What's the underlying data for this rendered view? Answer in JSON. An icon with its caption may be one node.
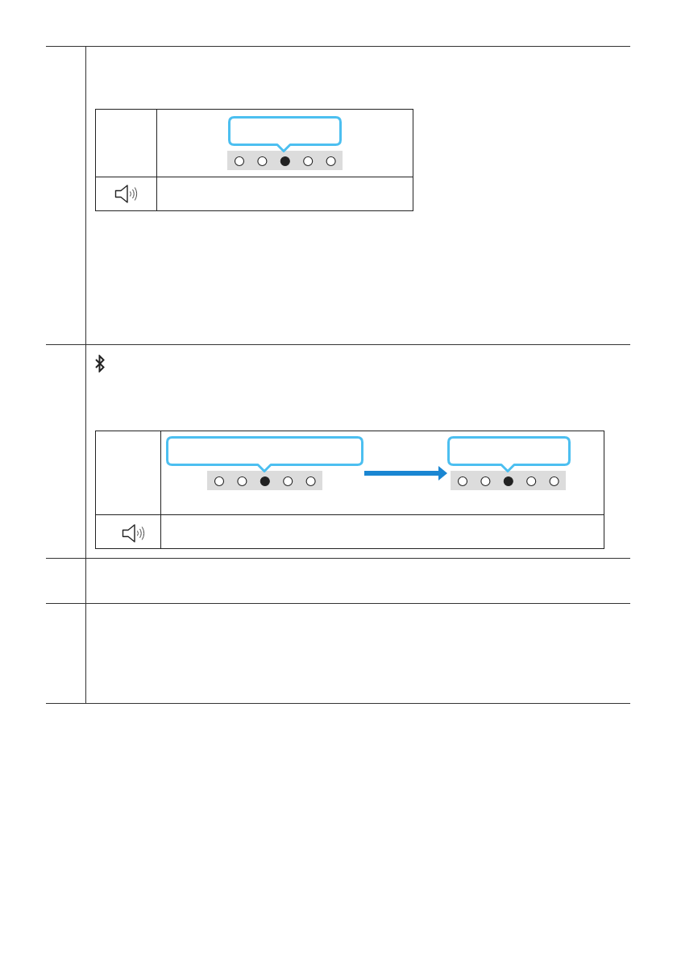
{
  "diagram": {
    "nodes": [
      {
        "text": [],
        "shape": "picture"
      },
      {
        "text": [],
        "shape": "picture"
      },
      {
        "text": [],
        "shape": "picture"
      }
    ],
    "edges": [
      {
        "from": 1,
        "to": 2,
        "arrow": "to"
      }
    ]
  }
}
